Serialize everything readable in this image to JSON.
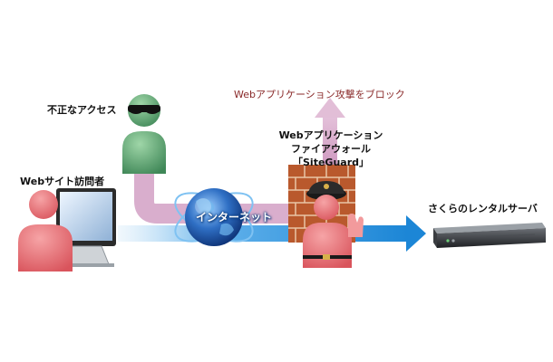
{
  "labels": {
    "unauthorized_access": "不正なアクセス",
    "web_visitor": "Webサイト訪問者",
    "block_attack": "Webアプリケーション攻撃をブロック",
    "waf_line1": "Webアプリケーション",
    "waf_line2": "ファイアウォール",
    "waf_line3": "「SiteGuard」",
    "rental_server": "さくらのレンタルサーバ",
    "internet": "インターネット"
  },
  "icons": [
    "attacker-icon",
    "visitor-icon",
    "monitor-icon",
    "globe-icon",
    "brick-wall-icon",
    "guard-icon",
    "server-icon"
  ],
  "colors": {
    "attack_path": "#d7a6c8",
    "block_arrow": "#c98fb9",
    "normal_path": "#2a8fd8",
    "brick": "#b5552b",
    "person_red": "#e0646a",
    "attacker_green": "#4e9a6a"
  }
}
